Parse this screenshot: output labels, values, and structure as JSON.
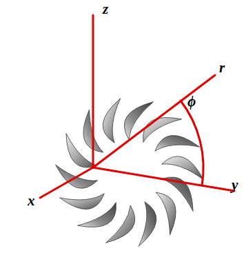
{
  "diagram": {
    "labels": [
      "z",
      "r",
      "ϕ",
      "y",
      "x"
    ]
  }
}
